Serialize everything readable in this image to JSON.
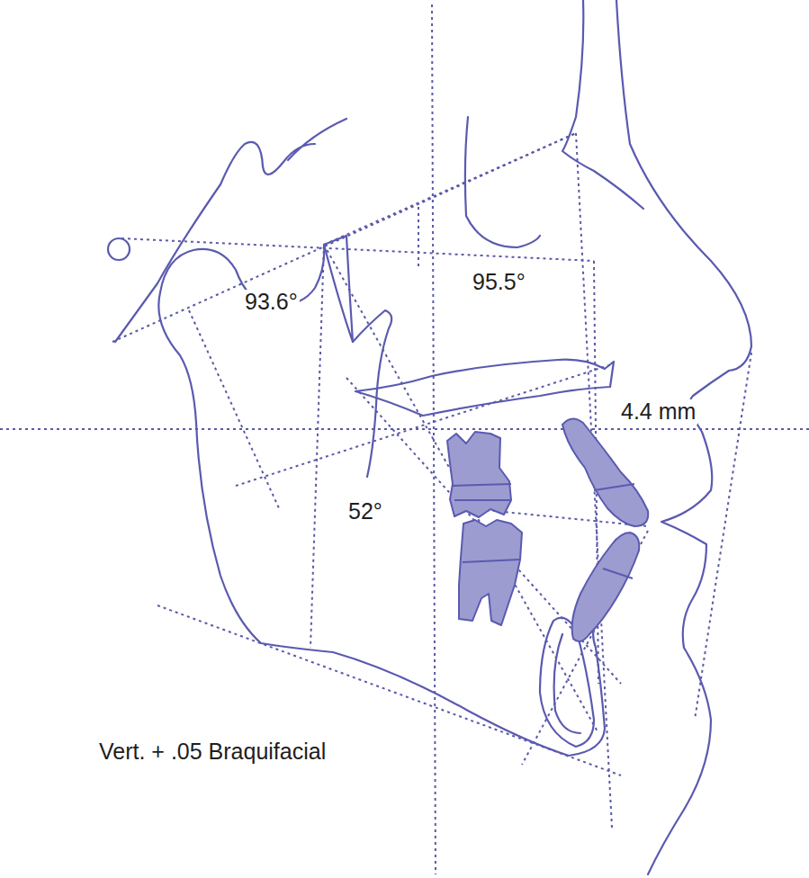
{
  "diagram": {
    "labels": [
      "93.6°",
      "95.5°",
      "4.4 mm",
      "52°",
      "Vert. + .05 Braquifacial"
    ]
  }
}
